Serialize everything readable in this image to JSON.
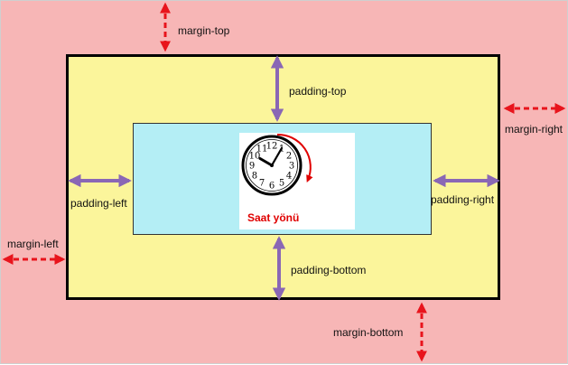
{
  "labels": {
    "margin_top": "margin-top",
    "margin_right": "margin-right",
    "margin_left": "margin-left",
    "margin_bottom": "margin-bottom",
    "padding_top": "padding-top",
    "padding_left": "padding-left",
    "padding_right": "padding-right",
    "padding_bottom": "padding-bottom"
  },
  "clock": {
    "caption": "Saat yönü",
    "numbers": [
      "12",
      "1",
      "2",
      "3",
      "4",
      "5",
      "6",
      "7",
      "8",
      "9",
      "10",
      "11"
    ],
    "hour_hand": 10,
    "minute_hand": 5
  },
  "colors": {
    "margin": "#f7b6b6",
    "border": "#000000",
    "padding": "#fbf59b",
    "content": "#b4eef5",
    "margin_arrow": "#e8141c",
    "padding_arrow": "#8a67b5",
    "clockwise_arc": "#e00000"
  },
  "icons": {
    "margin_arrows": "dashed-double-arrow-icon",
    "padding_arrows": "double-arrow-icon",
    "clock": "clock-icon"
  }
}
